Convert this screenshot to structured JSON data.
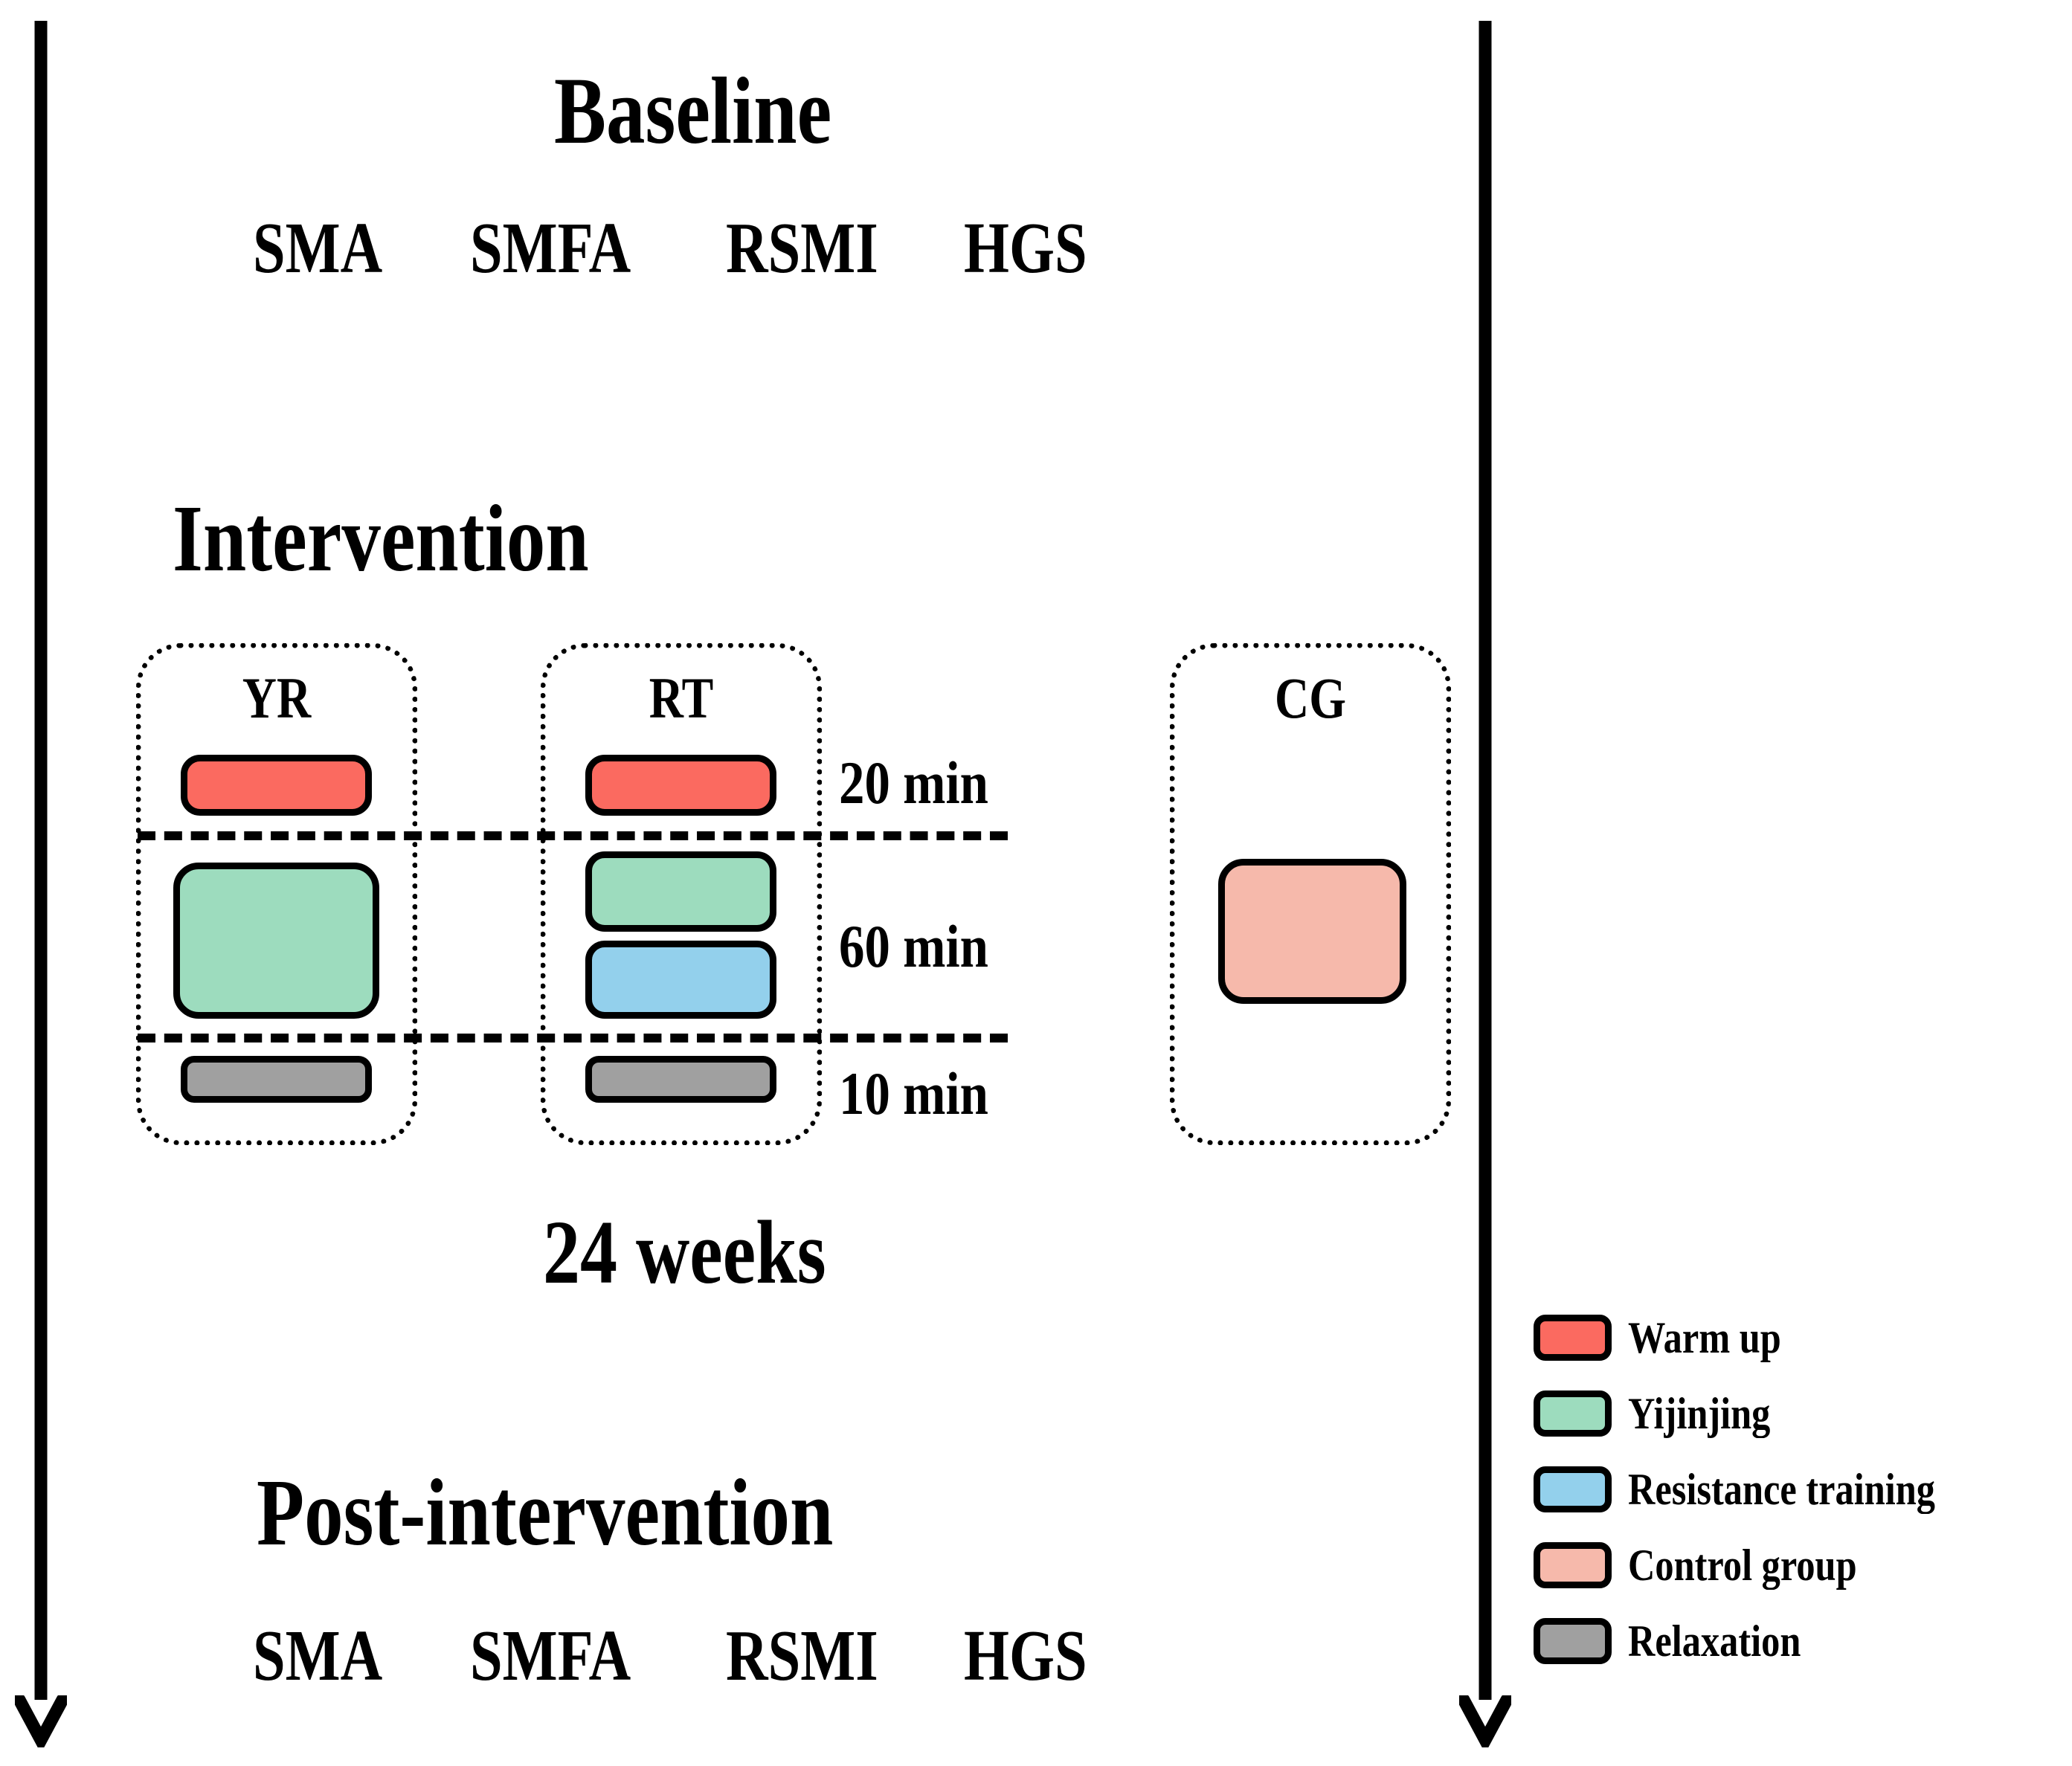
{
  "diagram": {
    "title_baseline": "Baseline",
    "title_intervention": "Intervention",
    "title_duration": "24 weeks",
    "title_post": "Post-intervention",
    "baseline_measures": [
      "SMA",
      "SMFA",
      "RSMI",
      "HGS"
    ],
    "post_measures": [
      "SMA",
      "SMFA",
      "RSMI",
      "HGS"
    ],
    "groups": [
      {
        "id": "yr",
        "label": "YR"
      },
      {
        "id": "rt",
        "label": "RT"
      },
      {
        "id": "cg",
        "label": "CG"
      }
    ],
    "time_labels": [
      "20 min",
      "60 min",
      "10 min"
    ],
    "blocks": {
      "yr_warmup": "warm-up",
      "yr_yijinjing": "yijinjing",
      "yr_relaxation": "relaxation",
      "rt_warmup": "warm-up",
      "rt_yijinjing": "yijinjing",
      "rt_resistance": "resistance-training",
      "rt_relaxation": "relaxation",
      "cg_control": "control-group"
    },
    "legend": [
      {
        "label": "Warm up",
        "color": "#FB6A60"
      },
      {
        "label": "Yijinjing",
        "color": "#9DDCBE"
      },
      {
        "label": "Resistance training",
        "color": "#93D0EC"
      },
      {
        "label": "Control group",
        "color": "#F6B9AB"
      },
      {
        "label": "Relaxation",
        "color": "#A0A0A0"
      }
    ],
    "colors": {
      "warm_up": "#FB6A60",
      "yijinjing": "#9DDCBE",
      "resistance": "#93D0EC",
      "control": "#F6B9AB",
      "relaxation": "#A0A0A0",
      "stroke": "#000000",
      "background": "#FFFFFF"
    }
  }
}
